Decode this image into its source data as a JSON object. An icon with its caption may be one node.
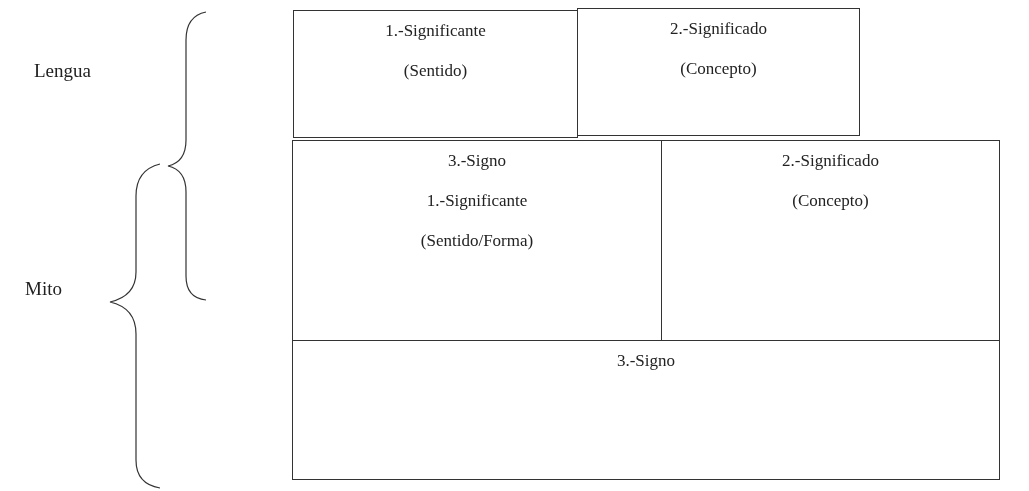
{
  "diagram": {
    "nodes": [
      {
        "text": [
          "1.-Significante",
          "(Sentido)"
        ]
      },
      {
        "text": [
          "2.-Significado",
          "(Concepto)"
        ]
      },
      {
        "text": [
          "3.-Signo",
          "1.-Significante",
          "(Sentido/Forma)"
        ]
      },
      {
        "text": [
          "2.-Significado",
          "(Concepto)"
        ]
      },
      {
        "text": [
          "3.-Signo"
        ]
      }
    ],
    "labels": [
      "Lengua",
      "Mito"
    ]
  }
}
